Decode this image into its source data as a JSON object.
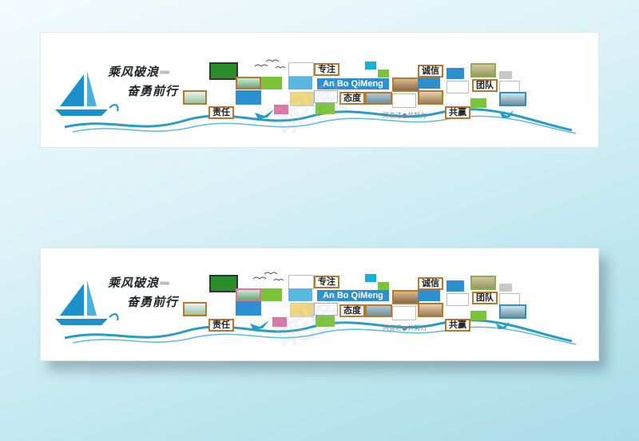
{
  "slogan": {
    "line1": "乘风破浪",
    "line2": "奋勇前行"
  },
  "labels": {
    "zhuanzhu": "专注",
    "chengxin": "诚信",
    "taidu": "态度",
    "tuandui": "团队",
    "zeren": "责任",
    "gongying": "共赢"
  },
  "brand": "An Bo QiMeng",
  "motto": "同奋进●共努力",
  "colors": {
    "blue": "#2b8fd0",
    "green": "#7bc43a",
    "cyan": "#19b0d8",
    "pink": "#e26fa0",
    "gray": "#c8c8c8",
    "frame": "#b7782e",
    "wave": "#2a9bc4"
  }
}
